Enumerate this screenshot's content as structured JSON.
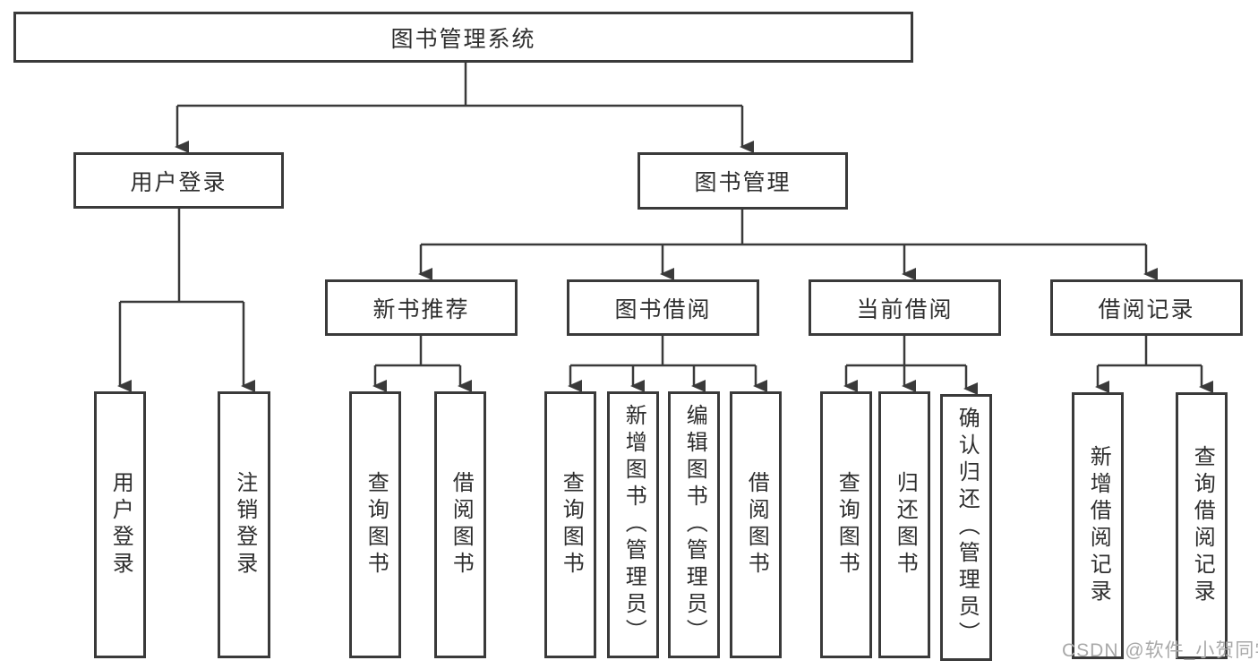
{
  "diagram": {
    "root_label": "图书管理系统",
    "level1": {
      "user_login": "用户登录",
      "book_management": "图书管理"
    },
    "level2": {
      "new_book_recommend": "新书推荐",
      "book_borrow": "图书借阅",
      "current_borrow": "当前借阅",
      "borrow_record": "借阅记录"
    },
    "leaves": {
      "user_login": [
        "用户登录",
        "注销登录"
      ],
      "new_book_recommend": [
        "查询图书",
        "借阅图书"
      ],
      "book_borrow": [
        "查询图书",
        "新增图书（管理员）",
        "编辑图书（管理员）",
        "借阅图书"
      ],
      "current_borrow": [
        "查询图书",
        "归还图书",
        "确认归还（管理员）"
      ],
      "borrow_record": [
        "新增借阅记录",
        "查询借阅记录"
      ]
    },
    "watermark": "CSDN @软件_小贺同学",
    "colors": {
      "line": "#3a3a3a",
      "box_border": "#3a3a3a",
      "box_background": "#ffffff",
      "text": "#2e2e2e",
      "watermark": "#a9a9a9",
      "background": "#ffffff"
    }
  }
}
